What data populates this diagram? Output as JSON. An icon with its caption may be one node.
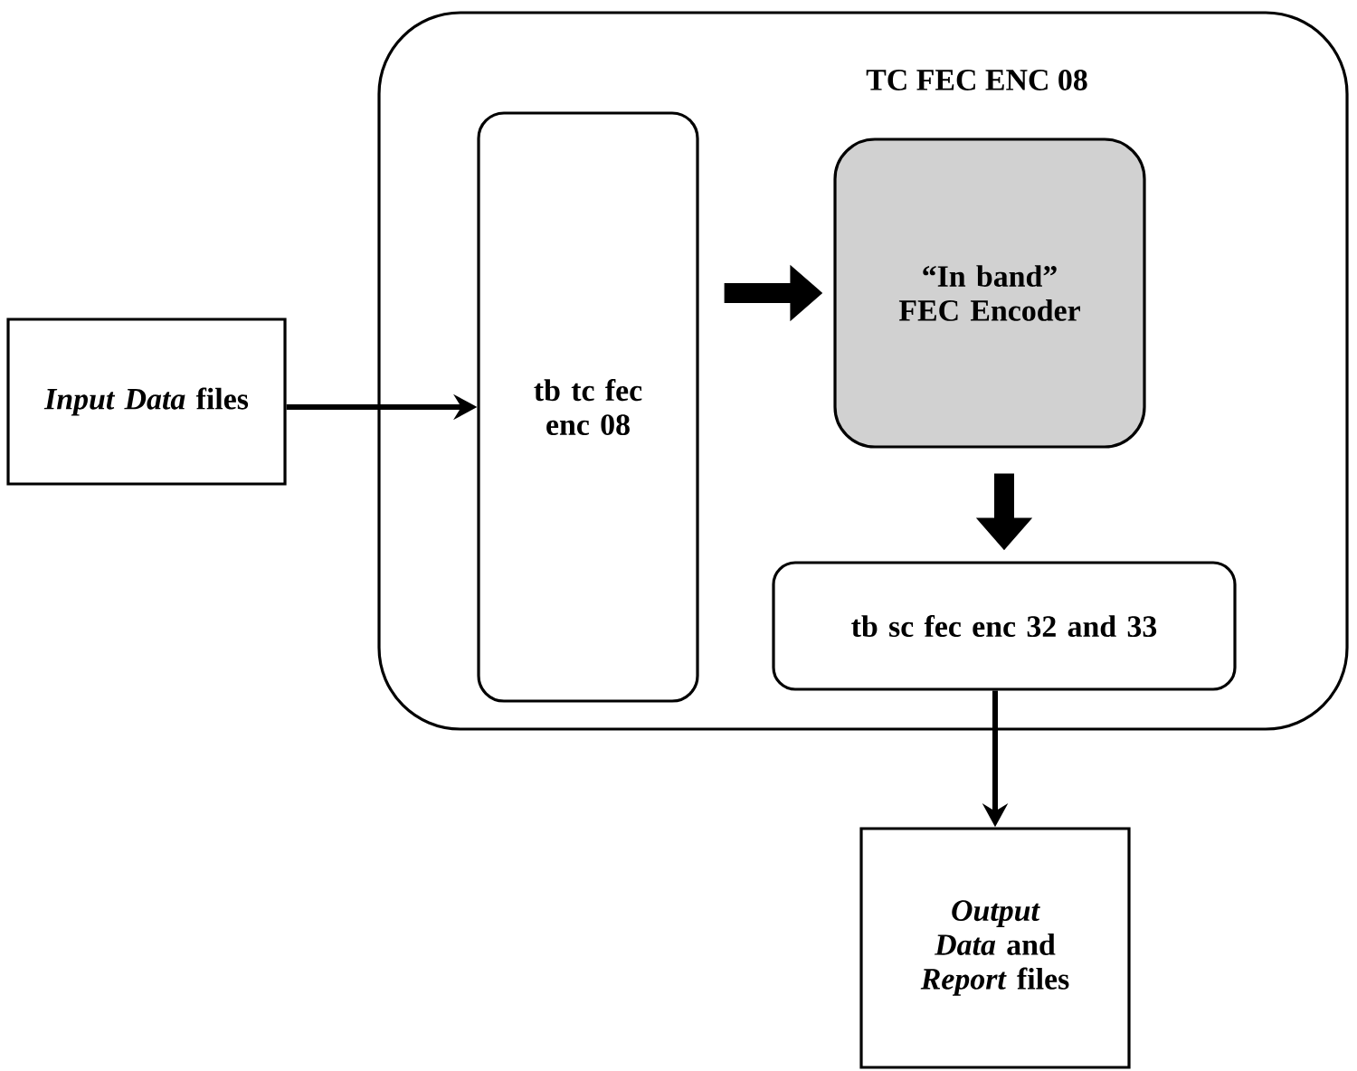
{
  "diagram": {
    "nodes": [
      {
        "text": [
          "TC FEC ENC 08"
        ]
      },
      {
        "text": [
          "*Input Data* files"
        ]
      },
      {
        "text": [
          "tb tc fec enc 08"
        ],
        "in": 0
      },
      {
        "text": [
          "“In band” FEC Encoder"
        ],
        "in": 0
      },
      {
        "text": [
          "tb sc fec enc 32 and 33"
        ],
        "in": 0
      },
      {
        "text": [
          "*Output Data* and *Report* files"
        ]
      }
    ],
    "edges": [
      {
        "from": 1,
        "to": 2,
        "arrow": "to"
      },
      {
        "from": 2,
        "to": 3,
        "arrow": "to",
        "style": "thick"
      },
      {
        "from": 3,
        "to": 4,
        "arrow": "to",
        "style": "thick"
      },
      {
        "from": 4,
        "to": 5,
        "arrow": "to"
      }
    ]
  }
}
